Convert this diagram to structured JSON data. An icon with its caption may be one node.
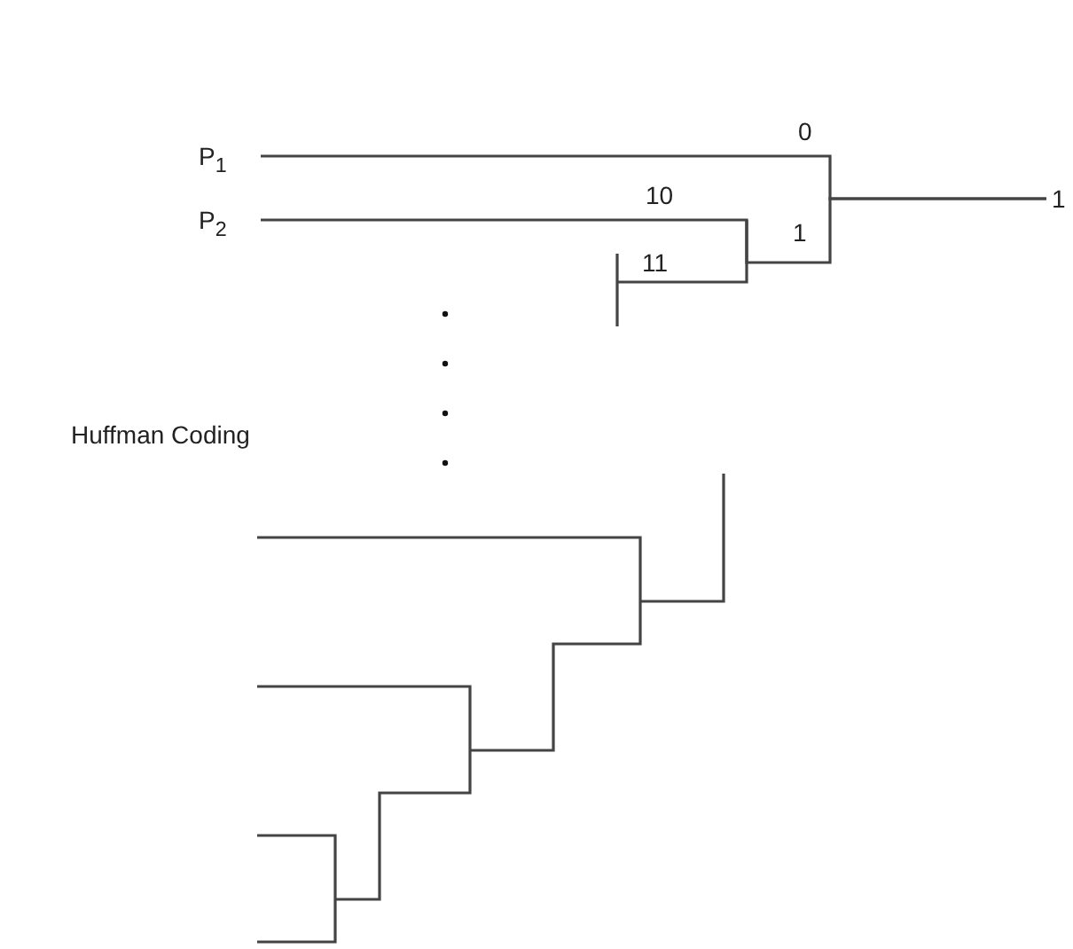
{
  "diagram": {
    "nodes": [
      {
        "text": [
          "P$_{1}$"
        ]
      },
      {
        "text": [
          "P$_{2}$"
        ]
      },
      {
        "text": [
          "1"
        ]
      }
    ],
    "edges": [
      {
        "from": 0,
        "to": 2,
        "arrow": "none",
        "label": "0"
      },
      {
        "from": 1,
        "to": 2,
        "arrow": "none",
        "label": "10"
      }
    ],
    "labels": [
      "1",
      "11",
      "Huffman Coding"
    ]
  }
}
